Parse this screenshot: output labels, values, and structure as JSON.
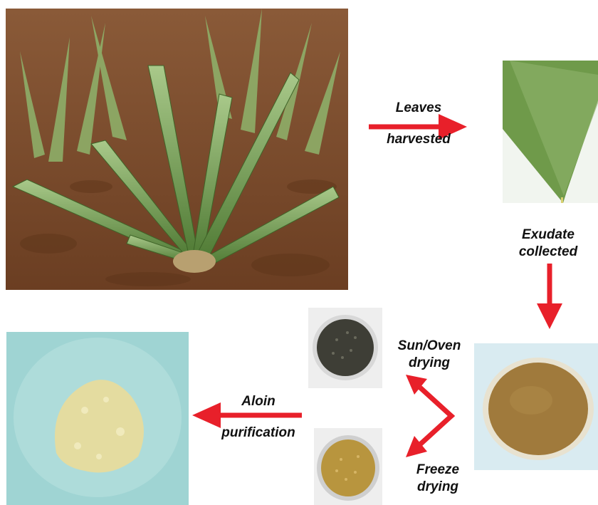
{
  "steps": {
    "harvest": {
      "line1": "Leaves",
      "line2": "harvested"
    },
    "exudate": {
      "line1": "Exudate",
      "line2": "collected"
    },
    "sun_oven": {
      "line1": "Sun/Oven",
      "line2": "drying"
    },
    "freeze": {
      "line1": "Freeze",
      "line2": "drying"
    },
    "aloin": {
      "line1": "Aloin",
      "line2": "purification"
    }
  },
  "colors": {
    "arrow": "#e8202a",
    "soil": "#7a4a2c",
    "leaf": "#6f9a4a",
    "exudate": "#a07a3c",
    "powder": "#e4dca0",
    "backdrop": "#9fd4d3"
  }
}
